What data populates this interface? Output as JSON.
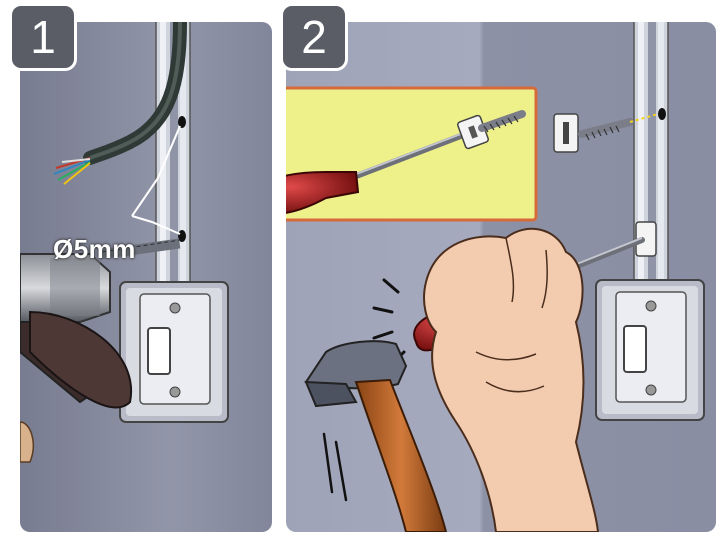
{
  "steps": [
    {
      "number": "1"
    },
    {
      "number": "2"
    }
  ],
  "annotations": {
    "drill_hole_diameter": "Ø5mm"
  },
  "colors": {
    "wall": "#8a8ea3",
    "wall_light": "#aeb3c6",
    "inset_background": "#eef08a",
    "inset_border": "#d76a3b",
    "badge": "#5a5d66",
    "screwdriver_handle": "#a01818",
    "hammer_handle": "#b5602a"
  },
  "icons": [
    "drill-icon",
    "screwdriver-icon",
    "hammer-icon",
    "light-switch-icon",
    "cable-icon",
    "wall-plug-icon",
    "screw-icon"
  ]
}
